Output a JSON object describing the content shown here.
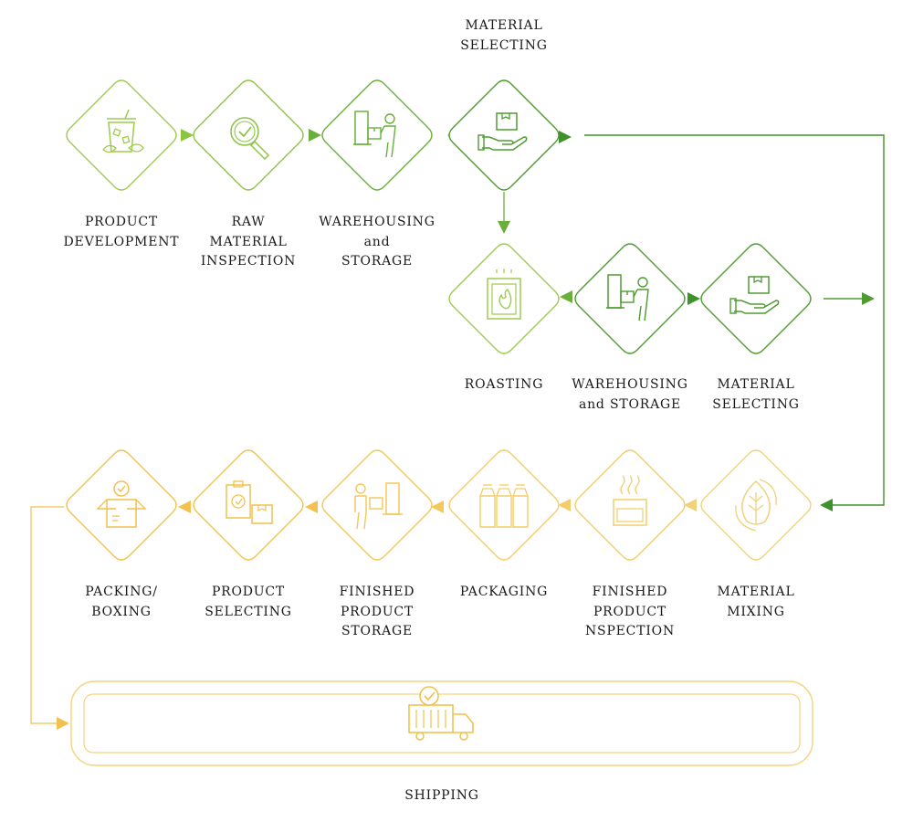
{
  "colors": {
    "green_dark": "#4a9a2e",
    "green_light": "#8cc63f",
    "yellow": "#f2c14e",
    "yellow_light": "#f6d27a",
    "text": "#1a1a1a"
  },
  "steps_row1": [
    {
      "label": "PRODUCT\nDEVELOPMENT",
      "icon": "iced-drink-icon"
    },
    {
      "label": "RAW\nMATERIAL\nINSPECTION",
      "icon": "magnifier-check-icon"
    },
    {
      "label": "WAREHOUSING\nand\nSTORAGE",
      "icon": "warehouse-worker-icon"
    },
    {
      "label": "MATERIAL\nSELECTING",
      "icon": "hand-box-icon"
    }
  ],
  "steps_row2": [
    {
      "label": "ROASTING",
      "icon": "roaster-flame-icon"
    },
    {
      "label": "WAREHOUSING\nand STORAGE",
      "icon": "warehouse-worker-icon"
    },
    {
      "label": "MATERIAL\nSELECTING",
      "icon": "hand-box-icon"
    }
  ],
  "steps_row3": [
    {
      "label": "PACKING/\nBOXING",
      "icon": "open-box-check-icon"
    },
    {
      "label": "PRODUCT\nSELECTING",
      "icon": "clipboard-box-icon"
    },
    {
      "label": "FINISHED\nPRODUCT\nSTORAGE",
      "icon": "worker-shelf-icon"
    },
    {
      "label": "PACKAGING",
      "icon": "bags-icon"
    },
    {
      "label": "FINISHED\nPRODUCT\nNSPECTION",
      "icon": "steaming-pot-icon"
    },
    {
      "label": "MATERIAL\nMIXING",
      "icon": "leaf-cycle-icon"
    }
  ],
  "shipping": {
    "label": "SHIPPING",
    "icon": "delivery-truck-check-icon"
  }
}
